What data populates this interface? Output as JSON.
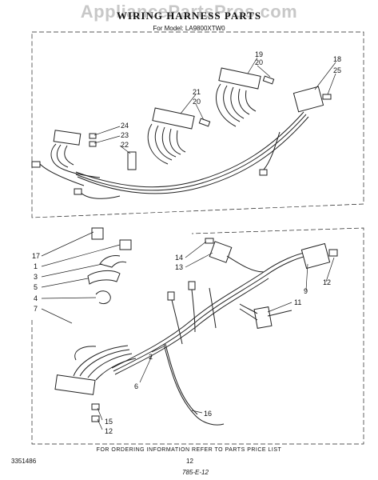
{
  "header": {
    "watermark": "AppliancePartsPros.com",
    "title": "WIRING HARNESS PARTS",
    "subtitle": "For Model: LA9800XTW0"
  },
  "footer": {
    "note": "FOR ORDERING INFORMATION REFER TO PARTS PRICE LIST",
    "part_number": "3351486",
    "page_number": "12",
    "handwritten": "785-E-12"
  },
  "callouts": {
    "upper": [
      "19",
      "20",
      "18",
      "25",
      "21",
      "20",
      "24",
      "23",
      "22"
    ],
    "lower": [
      "17",
      "1",
      "3",
      "5",
      "4",
      "7",
      "14",
      "13",
      "12",
      "9",
      "11",
      "2",
      "6",
      "16",
      "15",
      "12"
    ]
  }
}
